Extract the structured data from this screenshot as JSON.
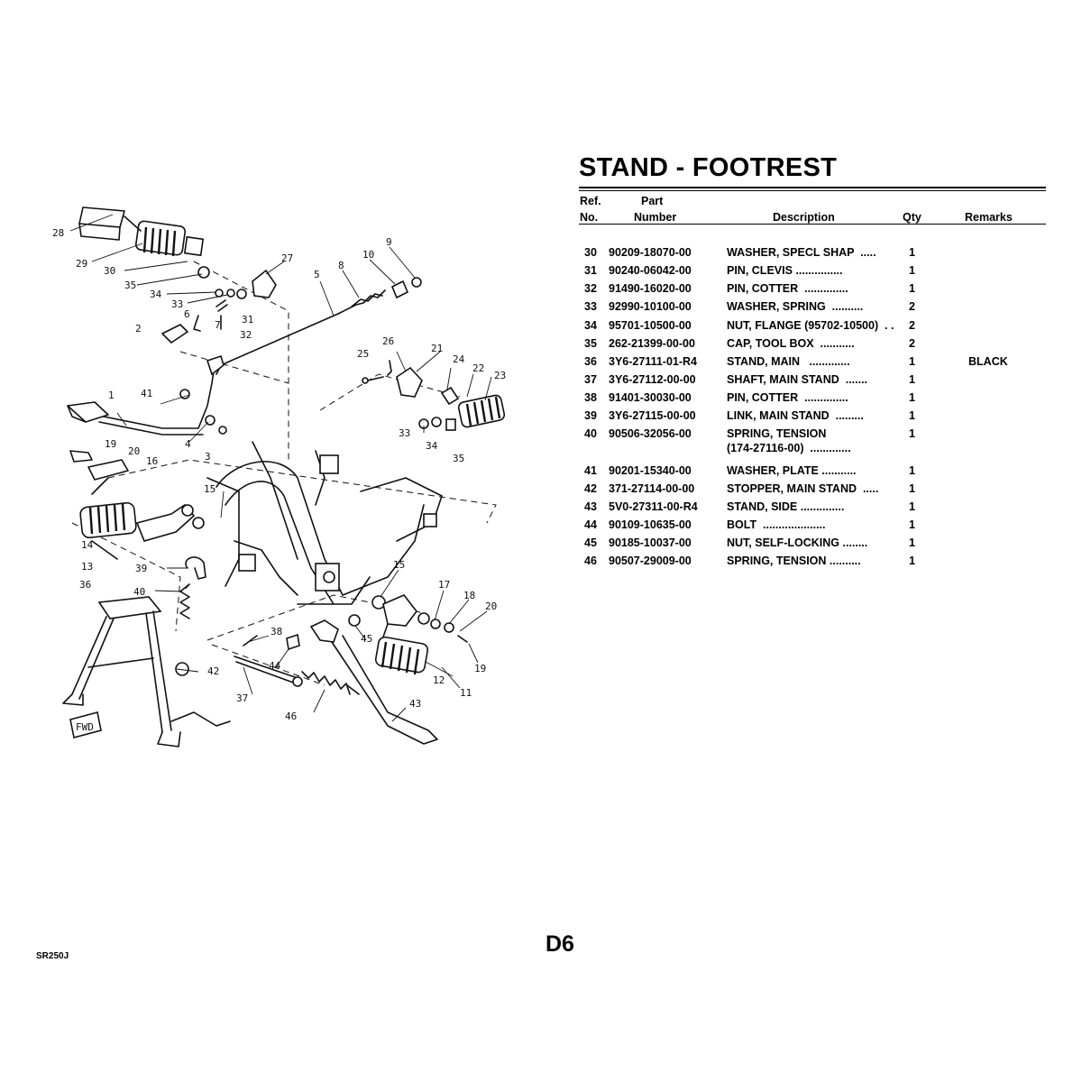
{
  "title": "STAND - FOOTREST",
  "table": {
    "headers": {
      "ref_line1": "Ref.",
      "ref_line2": "No.",
      "part_line1": "Part",
      "part_line2": "Number",
      "description": "Description",
      "qty": "Qty",
      "remarks": "Remarks"
    },
    "rows": [
      {
        "ref": "30",
        "part_number": "90209-18070-00",
        "description": "WASHER, SPECL SHAP  .....",
        "qty": "1",
        "remarks": ""
      },
      {
        "ref": "31",
        "part_number": "90240-06042-00",
        "description": "PIN, CLEVIS ...............",
        "qty": "1",
        "remarks": ""
      },
      {
        "ref": "32",
        "part_number": "91490-16020-00",
        "description": "PIN, COTTER  ..............",
        "qty": "1",
        "remarks": ""
      },
      {
        "ref": "33",
        "part_number": "92990-10100-00",
        "description": "WASHER, SPRING  ..........",
        "qty": "2",
        "remarks": ""
      },
      {
        "ref": "34",
        "part_number": "95701-10500-00",
        "description": "NUT, FLANGE (95702-10500)  . .",
        "qty": "2",
        "remarks": ""
      },
      {
        "ref": "35",
        "part_number": "262-21399-00-00",
        "description": "CAP, TOOL BOX  ...........",
        "qty": "2",
        "remarks": ""
      },
      {
        "ref": "36",
        "part_number": "3Y6-27111-01-R4",
        "description": "STAND, MAIN   .............",
        "qty": "1",
        "remarks": "BLACK"
      },
      {
        "ref": "37",
        "part_number": "3Y6-27112-00-00",
        "description": "SHAFT, MAIN STAND  .......",
        "qty": "1",
        "remarks": ""
      },
      {
        "ref": "38",
        "part_number": "91401-30030-00",
        "description": "PIN, COTTER  ..............",
        "qty": "1",
        "remarks": ""
      },
      {
        "ref": "39",
        "part_number": "3Y6-27115-00-00",
        "description": "LINK, MAIN STAND  .........",
        "qty": "1",
        "remarks": ""
      },
      {
        "ref": "40",
        "part_number": "90506-32056-00",
        "description": "SPRING, TENSION\n(174-27116-00)  .............",
        "qty": "1",
        "remarks": ""
      },
      {
        "ref": "41",
        "part_number": "90201-15340-00",
        "description": "WASHER, PLATE ...........",
        "qty": "1",
        "remarks": ""
      },
      {
        "ref": "42",
        "part_number": "371-27114-00-00",
        "description": "STOPPER, MAIN STAND  .....",
        "qty": "1",
        "remarks": ""
      },
      {
        "ref": "43",
        "part_number": "5V0-27311-00-R4",
        "description": "STAND, SIDE ..............",
        "qty": "1",
        "remarks": ""
      },
      {
        "ref": "44",
        "part_number": "90109-10635-00",
        "description": "BOLT  ....................",
        "qty": "1",
        "remarks": ""
      },
      {
        "ref": "45",
        "part_number": "90185-10037-00",
        "description": "NUT, SELF-LOCKING ........",
        "qty": "1",
        "remarks": ""
      },
      {
        "ref": "46",
        "part_number": "90507-29009-00",
        "description": "SPRING, TENSION ..........",
        "qty": "1",
        "remarks": ""
      }
    ]
  },
  "diagram": {
    "callouts": [
      "28",
      "29",
      "30",
      "35",
      "34",
      "33",
      "31",
      "32",
      "27",
      "5",
      "8",
      "10",
      "9",
      "2",
      "6",
      "7",
      "1",
      "41",
      "4",
      "3",
      "19",
      "20",
      "16",
      "15",
      "14",
      "13",
      "39",
      "40",
      "36",
      "42",
      "38",
      "44",
      "37",
      "46",
      "43",
      "45",
      "12",
      "11",
      "17",
      "18",
      "20",
      "19",
      "15",
      "25",
      "26",
      "21",
      "24",
      "22",
      "23",
      "33",
      "34",
      "35"
    ],
    "fwd_label": "FWD"
  },
  "page_number": "D6",
  "doc_code": "SR250J"
}
